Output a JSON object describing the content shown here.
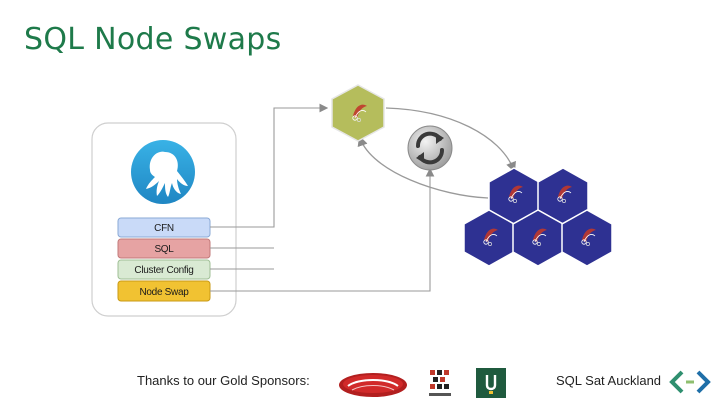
{
  "slide": {
    "title": "SQL Node Swaps"
  },
  "diagram": {
    "stack": [
      {
        "label": "CFN",
        "color": "#c9daf8",
        "border": "#8aa9d6"
      },
      {
        "label": "SQL",
        "color": "#e6a3a3",
        "border": "#c27a7a"
      },
      {
        "label": "Cluster Config",
        "color": "#d9ead3",
        "border": "#9fbf95"
      },
      {
        "label": "Node Swap",
        "color": "#f1c232",
        "border": "#c99a14"
      }
    ],
    "icons": {
      "tool": "octopus-icon",
      "active_node": "sql-server-node-icon",
      "swap": "refresh-icon",
      "cluster": "sql-server-cluster-icon"
    },
    "colors": {
      "title": "#1e7a4a",
      "cluster_hex": "#2e3192",
      "active_node": "#b5bd5c",
      "octopus": "#2c9fd8"
    }
  },
  "footer": {
    "thanks": "Thanks to our Gold Sponsors:",
    "event": "SQL Sat Auckland",
    "sponsor_logos": [
      "wardy-it-logo",
      "radacad-logo",
      "green-sponsor-logo"
    ],
    "event_logo": "sql-saturday-logo"
  }
}
